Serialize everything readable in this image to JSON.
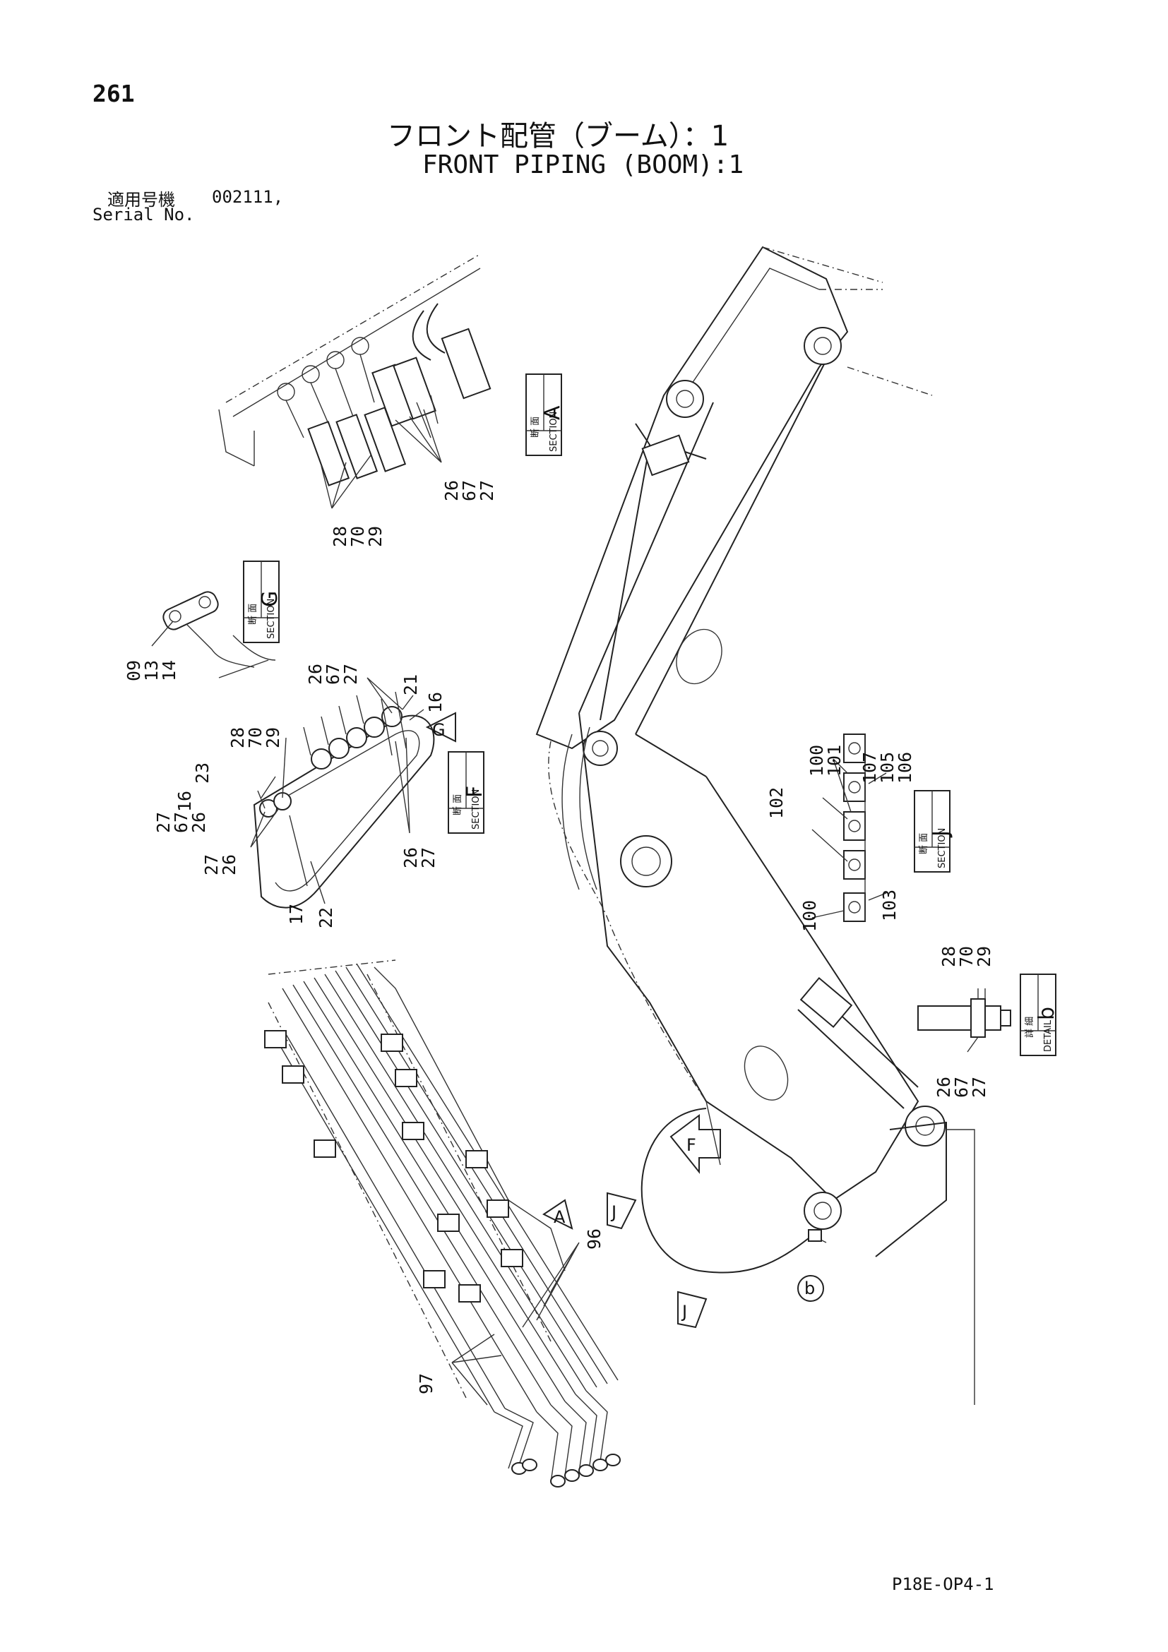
{
  "page": {
    "number": "261",
    "title_jp": "フロント配管（ブーム）：1",
    "title_en": "FRONT PIPING (BOOM):1",
    "serial_label_jp": "適用号機",
    "serial_value": "002111,",
    "serial_label_en": "Serial No.",
    "doc_code": "P18E-OP4-1"
  },
  "sections": {
    "A": {
      "jp": "断 面",
      "en": "SECTION",
      "letter": "A"
    },
    "G": {
      "jp": "断 面",
      "en": "SECTION",
      "letter": "G"
    },
    "F": {
      "jp": "断 面",
      "en": "SECTION",
      "letter": "F"
    },
    "J": {
      "jp": "断 面",
      "en": "SECTION",
      "letter": "J"
    },
    "b": {
      "jp": "詳 細",
      "en": "DETAIL",
      "letter": "b"
    }
  },
  "view_markers": {
    "F": "F",
    "J1": "J",
    "J2": "J",
    "A": "A",
    "b": "b",
    "G": "G"
  },
  "callouts": {
    "a_26_67_27": [
      "26",
      "67",
      "27"
    ],
    "a_28_70_29": [
      "28",
      "70",
      "29"
    ],
    "g_09_13_14": [
      "09",
      "13",
      "14"
    ],
    "f_26_67_27_top": [
      "26",
      "67",
      "27"
    ],
    "f_21": "21",
    "f_16_right": "16",
    "f_28_70_29": [
      "28",
      "70",
      "29"
    ],
    "f_23": "23",
    "f_16_left": "16",
    "f_27_67_26": [
      "27",
      "67",
      "26"
    ],
    "f_27_26": [
      "27",
      "26"
    ],
    "f_17": "17",
    "f_22": "22",
    "f_26_27_bottom": [
      "26",
      "27"
    ],
    "j_107_105_106": [
      "107",
      "105",
      "106"
    ],
    "j_100_101": [
      "100",
      "101"
    ],
    "j_102": "102",
    "j_103": "103",
    "j_100": "100",
    "b_28_70_29": [
      "28",
      "70",
      "29"
    ],
    "b_26_67_27": [
      "26",
      "67",
      "27"
    ],
    "p_96": "96",
    "p_97": "97"
  }
}
